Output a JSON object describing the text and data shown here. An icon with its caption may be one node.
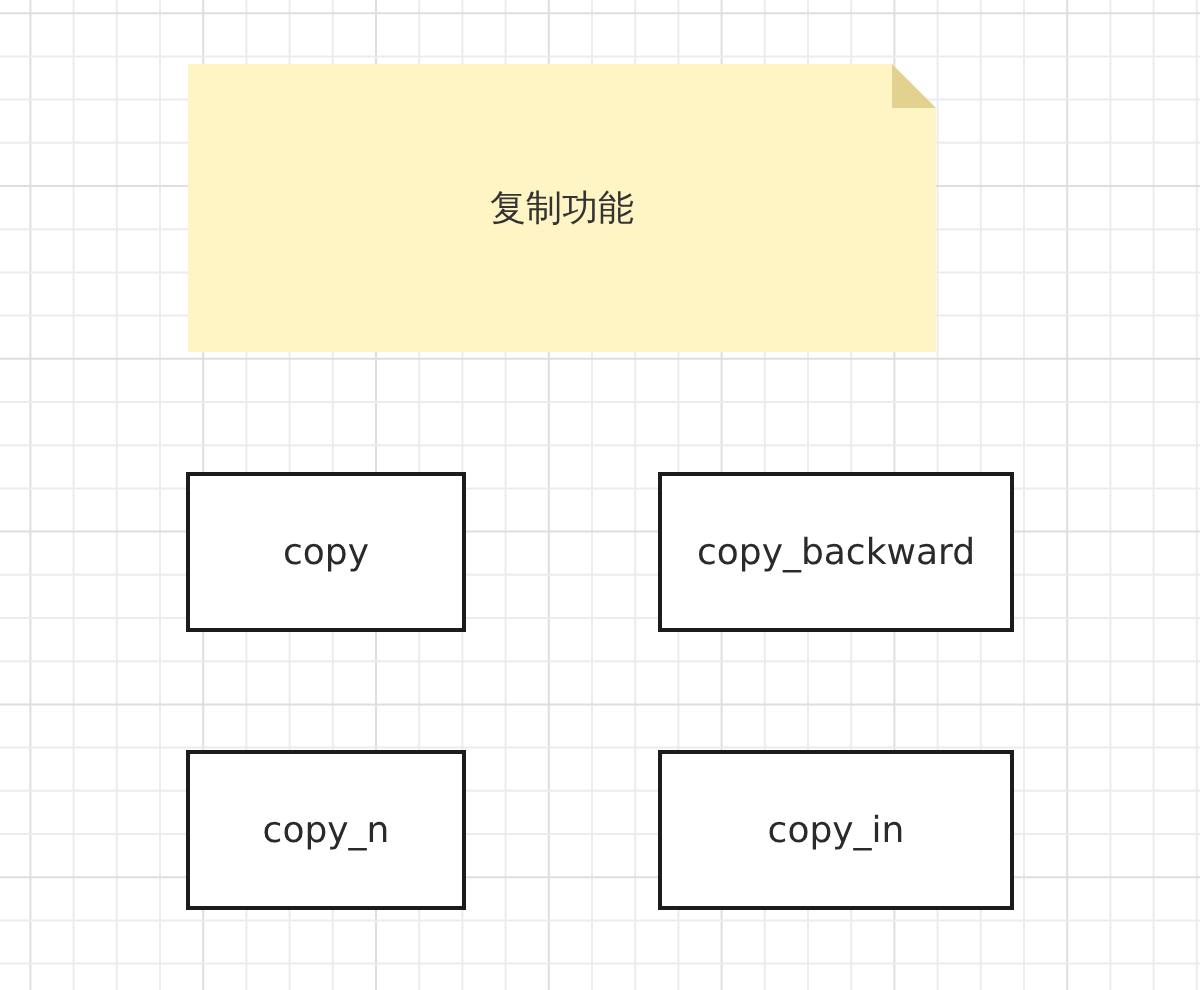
{
  "diagram": {
    "nodes": [
      {
        "text": [
          "复制功能"
        ]
      },
      {
        "text": [
          "copy"
        ]
      },
      {
        "text": [
          "copy_backward"
        ]
      },
      {
        "text": [
          "copy_n"
        ]
      },
      {
        "text": [
          "copy_in"
        ]
      }
    ]
  }
}
